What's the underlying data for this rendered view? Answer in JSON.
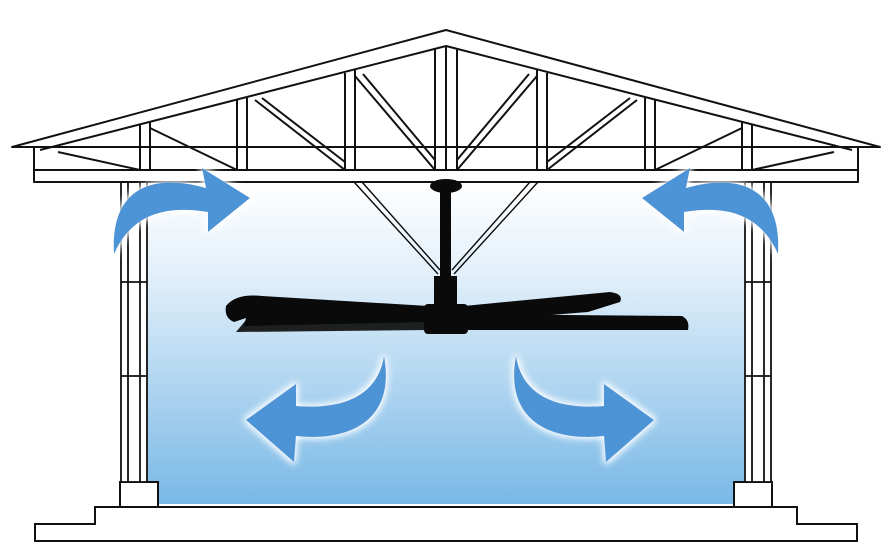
{
  "diagram": {
    "subject": "building-with-ceiling-fan-airflow",
    "colors": {
      "line": "#111111",
      "arrow": "#4d94d6",
      "arrow_glow": "#ffffff",
      "air_top": "#ffffff",
      "air_bottom": "#79b8e6",
      "fan": "#0a0a0a",
      "structure_fill": "#ffffff"
    },
    "icons": {
      "fan": "ceiling-fan-icon",
      "arrow": "curved-arrow-icon"
    },
    "airflow_arrows": [
      {
        "id": "upper-left",
        "direction": "up-and-right"
      },
      {
        "id": "upper-right",
        "direction": "up-and-left"
      },
      {
        "id": "lower-left",
        "direction": "down-and-left"
      },
      {
        "id": "lower-right",
        "direction": "down-and-right"
      }
    ]
  }
}
